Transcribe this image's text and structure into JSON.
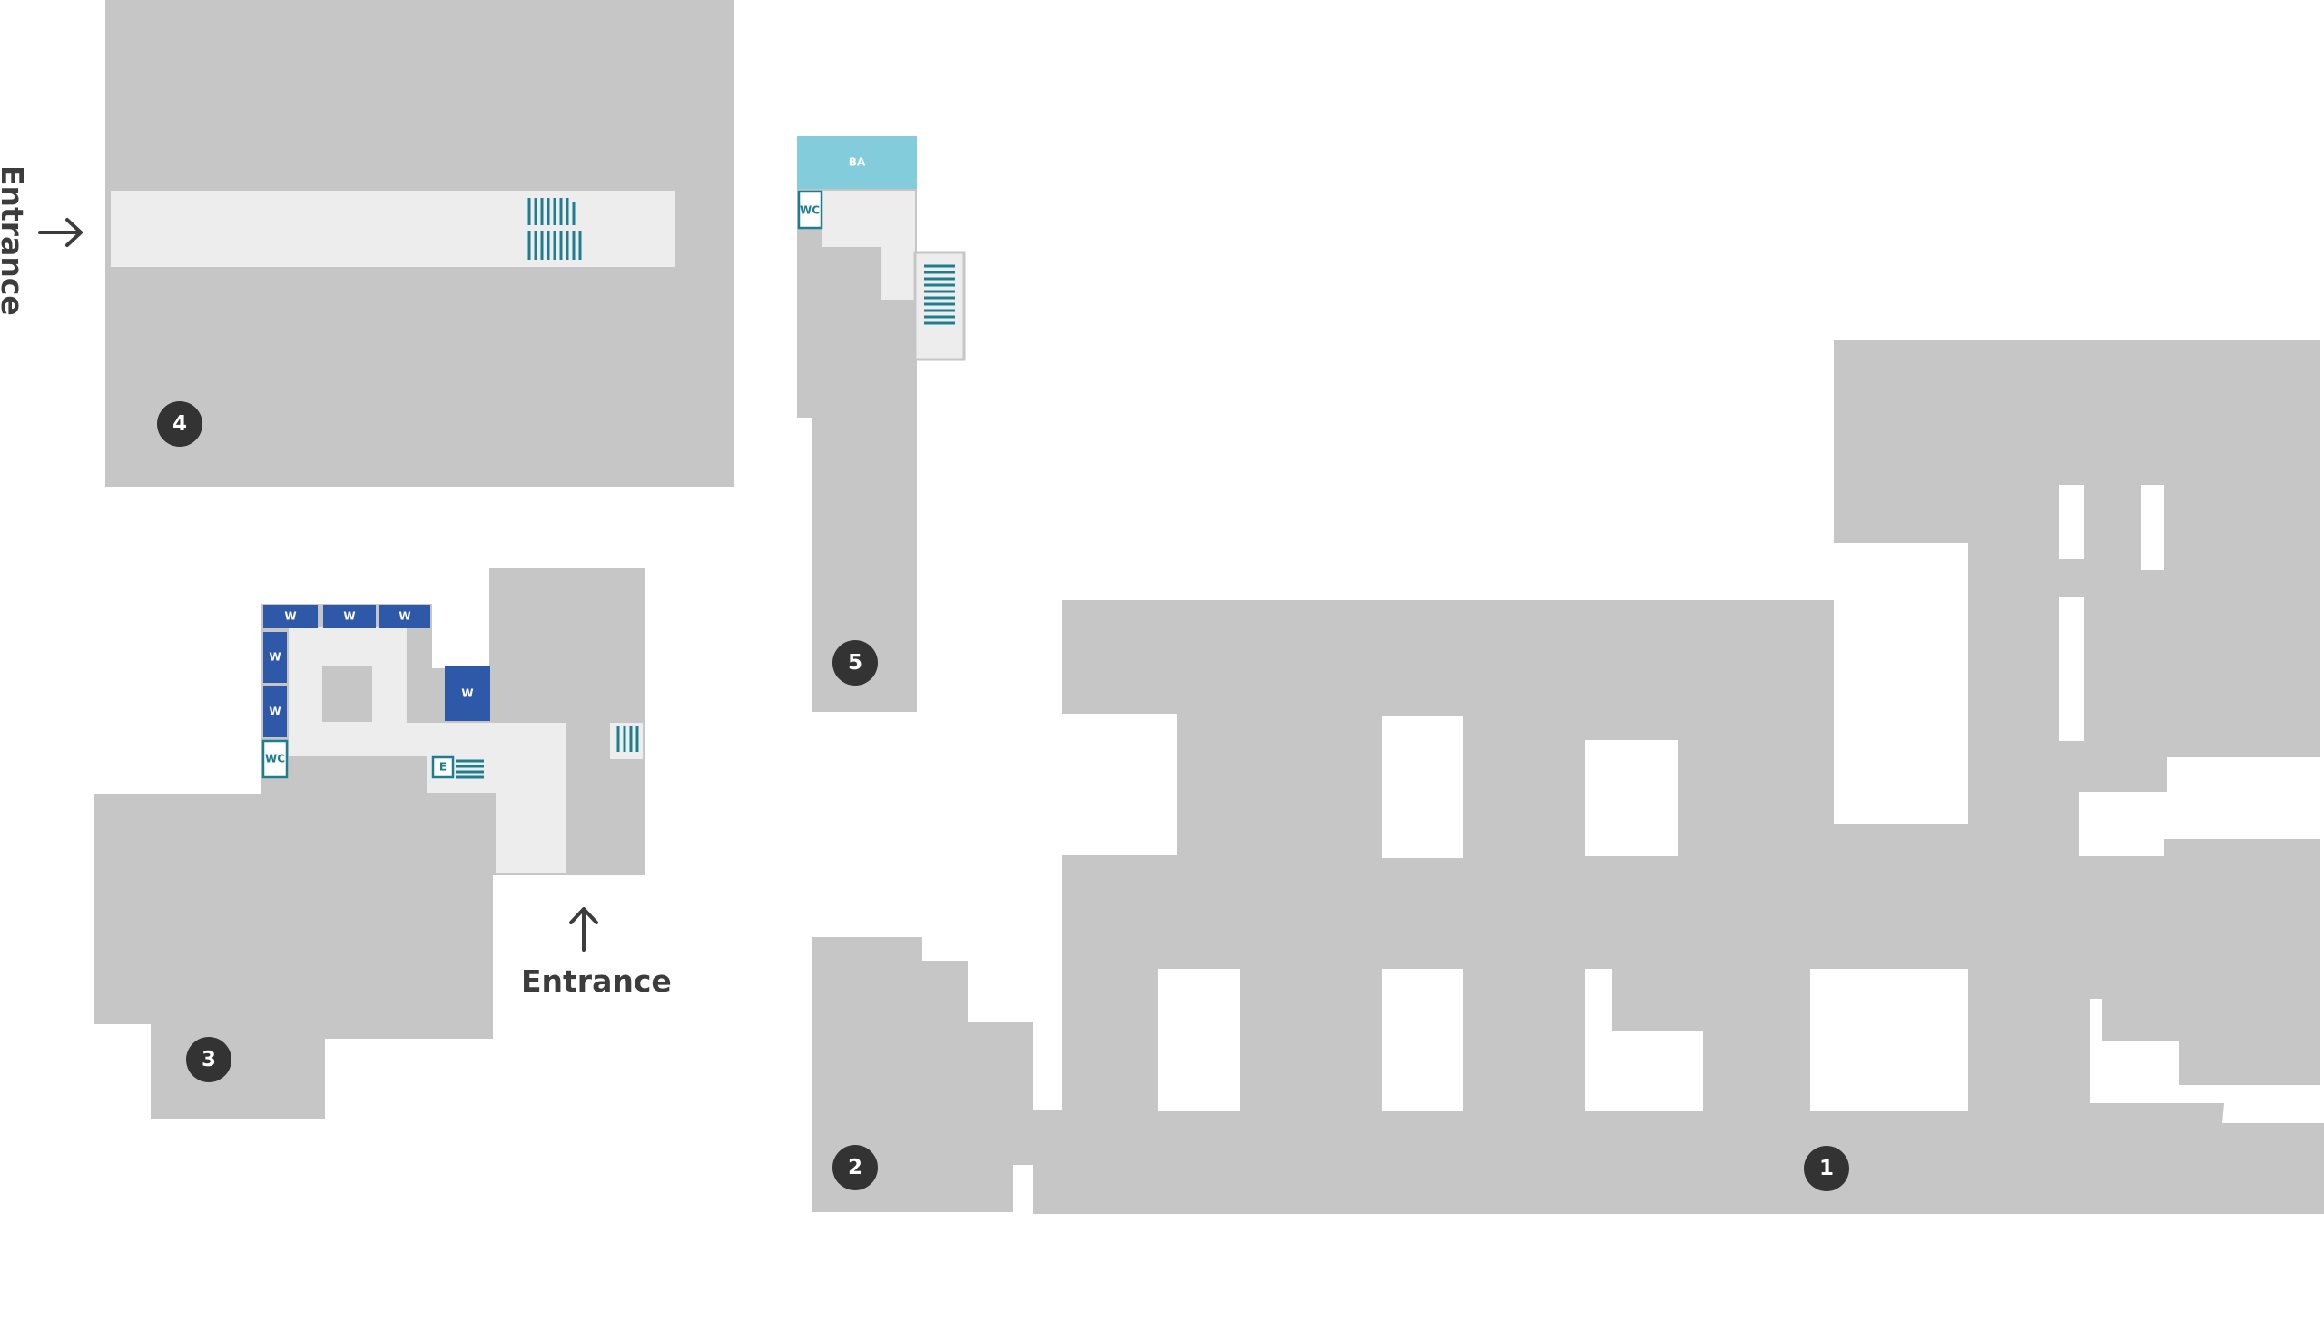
{
  "colors": {
    "building": "#c6c6c6",
    "corridor": "#ededed",
    "accent_blue": "#2d59a8",
    "accent_teal": "#1e7d8f",
    "ba_room": "#82ccdb",
    "marker": "#333333"
  },
  "entrances": {
    "west": "Entrance",
    "south": "Entrance"
  },
  "buildings": [
    "1",
    "2",
    "3",
    "4",
    "5"
  ],
  "rooms": {
    "ba": "BA",
    "wc_upper": "WC",
    "wc_lower": "WC",
    "w": "W",
    "e": "E"
  },
  "icons": {
    "stairs": "stairs-icon",
    "arrow_right": "arrow-right-icon",
    "arrow_up": "arrow-up-icon"
  }
}
